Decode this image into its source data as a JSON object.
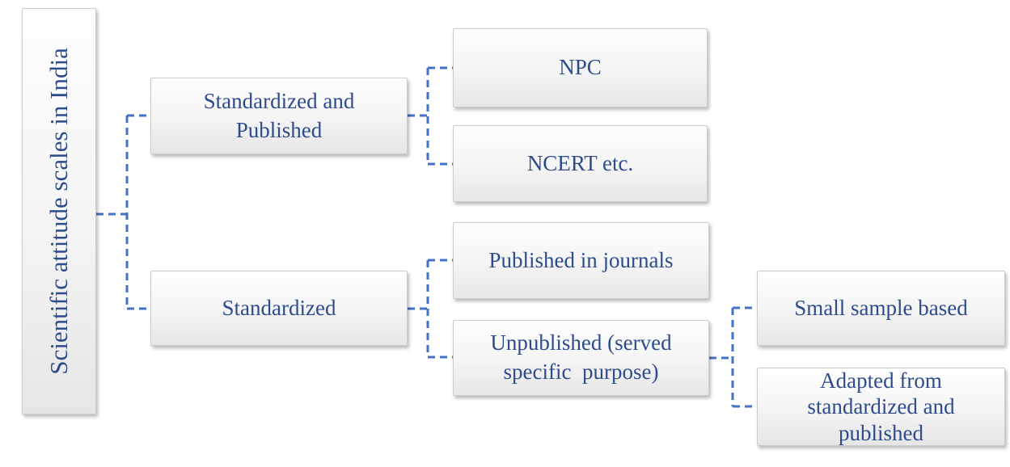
{
  "diagram_title": "Scientific attitude scales in India",
  "colors": {
    "node_text": "#2e4c8c",
    "connector": "#4472c4",
    "node_background_top": "#fefefe",
    "node_background_bottom": "#e6e6e6",
    "node_border": "#cccccc"
  },
  "nodes": {
    "root": {
      "label": "Scientific attitude scales in India"
    },
    "standardized_published": {
      "label": "Standardized and\nPublished"
    },
    "npc": {
      "label": "NPC"
    },
    "ncert": {
      "label": "NCERT etc."
    },
    "standardized": {
      "label": "Standardized"
    },
    "published_journals": {
      "label": "Published in journals"
    },
    "unpublished": {
      "label": "Unpublished (served\nspecific  purpose)"
    },
    "small_sample": {
      "label": "Small sample based"
    },
    "adapted": {
      "label": "Adapted from\nstandardized and\npublished"
    }
  },
  "hierarchy": {
    "root": [
      "standardized_published",
      "standardized"
    ],
    "standardized_published": [
      "npc",
      "ncert"
    ],
    "standardized": [
      "published_journals",
      "unpublished"
    ],
    "unpublished": [
      "small_sample",
      "adapted"
    ]
  },
  "connector_style": "dashed"
}
